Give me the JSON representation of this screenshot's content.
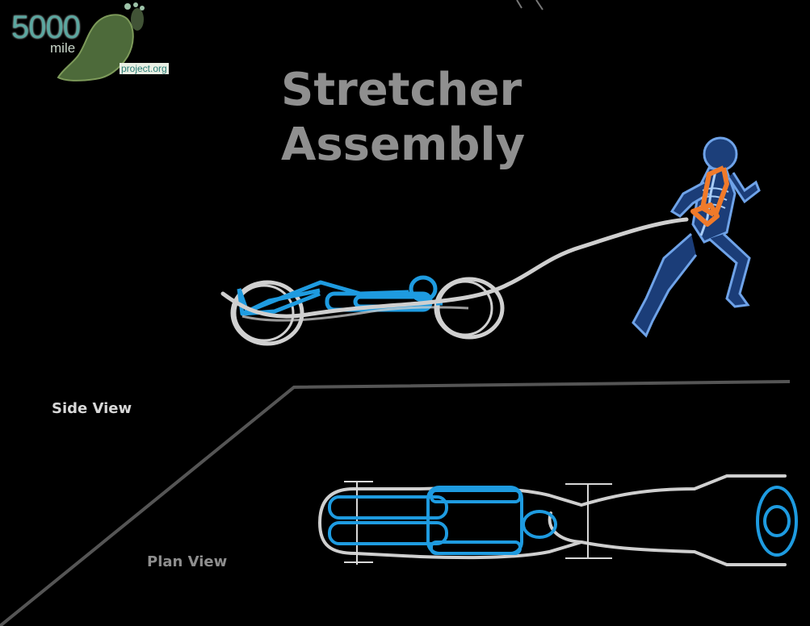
{
  "logo": {
    "number": "5000",
    "word": "mile",
    "domain": "project.org"
  },
  "title": {
    "line1": "Stretcher",
    "line2": "Assembly"
  },
  "labels": {
    "side_view": "Side View",
    "plan_view": "Plan View"
  },
  "colors": {
    "background": "#000000",
    "frame": "#1e9be0",
    "rope": "#cfcfcf",
    "wheel": "#d0d0d0",
    "harness": "#f07a2a",
    "runner": "#3a78c8",
    "divider": "#555555"
  },
  "icons": {
    "runner": "x-ray-runner-figure",
    "logo_map": "green-map-footprint"
  }
}
